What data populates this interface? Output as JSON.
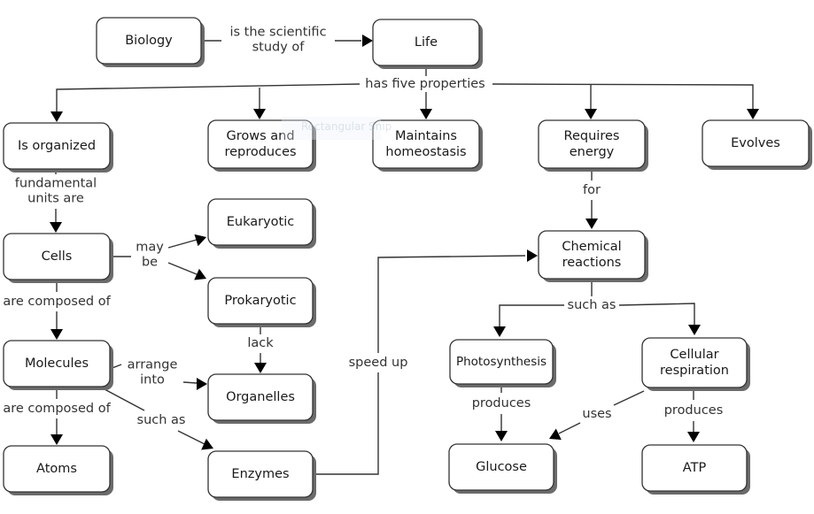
{
  "concept_map": {
    "nodes": [
      {
        "id": "biology",
        "label": "Biology"
      },
      {
        "id": "life",
        "label": "Life"
      },
      {
        "id": "organized",
        "label": "Is organized"
      },
      {
        "id": "grows",
        "label": "Grows and\nreproduces"
      },
      {
        "id": "homeostasis",
        "label": "Maintains\nhomeostasis"
      },
      {
        "id": "energy",
        "label": "Requires\nenergy"
      },
      {
        "id": "evolves",
        "label": "Evolves"
      },
      {
        "id": "cells",
        "label": "Cells"
      },
      {
        "id": "eukaryotic",
        "label": "Eukaryotic"
      },
      {
        "id": "prokaryotic",
        "label": "Prokaryotic"
      },
      {
        "id": "molecules",
        "label": "Molecules"
      },
      {
        "id": "organelles",
        "label": "Organelles"
      },
      {
        "id": "atoms",
        "label": "Atoms"
      },
      {
        "id": "enzymes",
        "label": "Enzymes"
      },
      {
        "id": "chemical",
        "label": "Chemical\nreactions"
      },
      {
        "id": "photosynthesis",
        "label": "Photosynthesis"
      },
      {
        "id": "respiration",
        "label": "Cellular\nrespiration"
      },
      {
        "id": "glucose",
        "label": "Glucose"
      },
      {
        "id": "atp",
        "label": "ATP"
      }
    ],
    "links": [
      {
        "id": "l-study",
        "label": "is the scientific\nstudy of",
        "from": "biology",
        "to": [
          "life"
        ]
      },
      {
        "id": "l-props",
        "label": "has five properties",
        "from": "life",
        "to": [
          "organized",
          "grows",
          "homeostasis",
          "energy",
          "evolves"
        ]
      },
      {
        "id": "l-units",
        "label": "fundamental\nunits are",
        "from": "organized",
        "to": [
          "cells"
        ]
      },
      {
        "id": "l-maybe",
        "label": "may\nbe",
        "from": "cells",
        "to": [
          "eukaryotic",
          "prokaryotic"
        ]
      },
      {
        "id": "l-cells-comp",
        "label": "are composed of",
        "from": "cells",
        "to": [
          "molecules"
        ]
      },
      {
        "id": "l-lack",
        "label": "lack",
        "from": "prokaryotic",
        "to": [
          "organelles"
        ]
      },
      {
        "id": "l-arrange",
        "label": "arrange\ninto",
        "from": "molecules",
        "to": [
          "organelles"
        ]
      },
      {
        "id": "l-mol-comp",
        "label": "are composed of",
        "from": "molecules",
        "to": [
          "atoms"
        ]
      },
      {
        "id": "l-mol-such",
        "label": "such as",
        "from": "molecules",
        "to": [
          "enzymes"
        ]
      },
      {
        "id": "l-speed",
        "label": "speed up",
        "from": "enzymes",
        "to": [
          "chemical"
        ]
      },
      {
        "id": "l-for",
        "label": "for",
        "from": "energy",
        "to": [
          "chemical"
        ]
      },
      {
        "id": "l-chem-such",
        "label": "such as",
        "from": "chemical",
        "to": [
          "photosynthesis",
          "respiration"
        ]
      },
      {
        "id": "l-photo-prod",
        "label": "produces",
        "from": "photosynthesis",
        "to": [
          "glucose"
        ]
      },
      {
        "id": "l-uses",
        "label": "uses",
        "from": "respiration",
        "to": [
          "glucose"
        ]
      },
      {
        "id": "l-resp-prod",
        "label": "produces",
        "from": "respiration",
        "to": [
          "atp"
        ]
      }
    ]
  },
  "overlay": {
    "snip_tooltip": "Rectangular Snip"
  }
}
